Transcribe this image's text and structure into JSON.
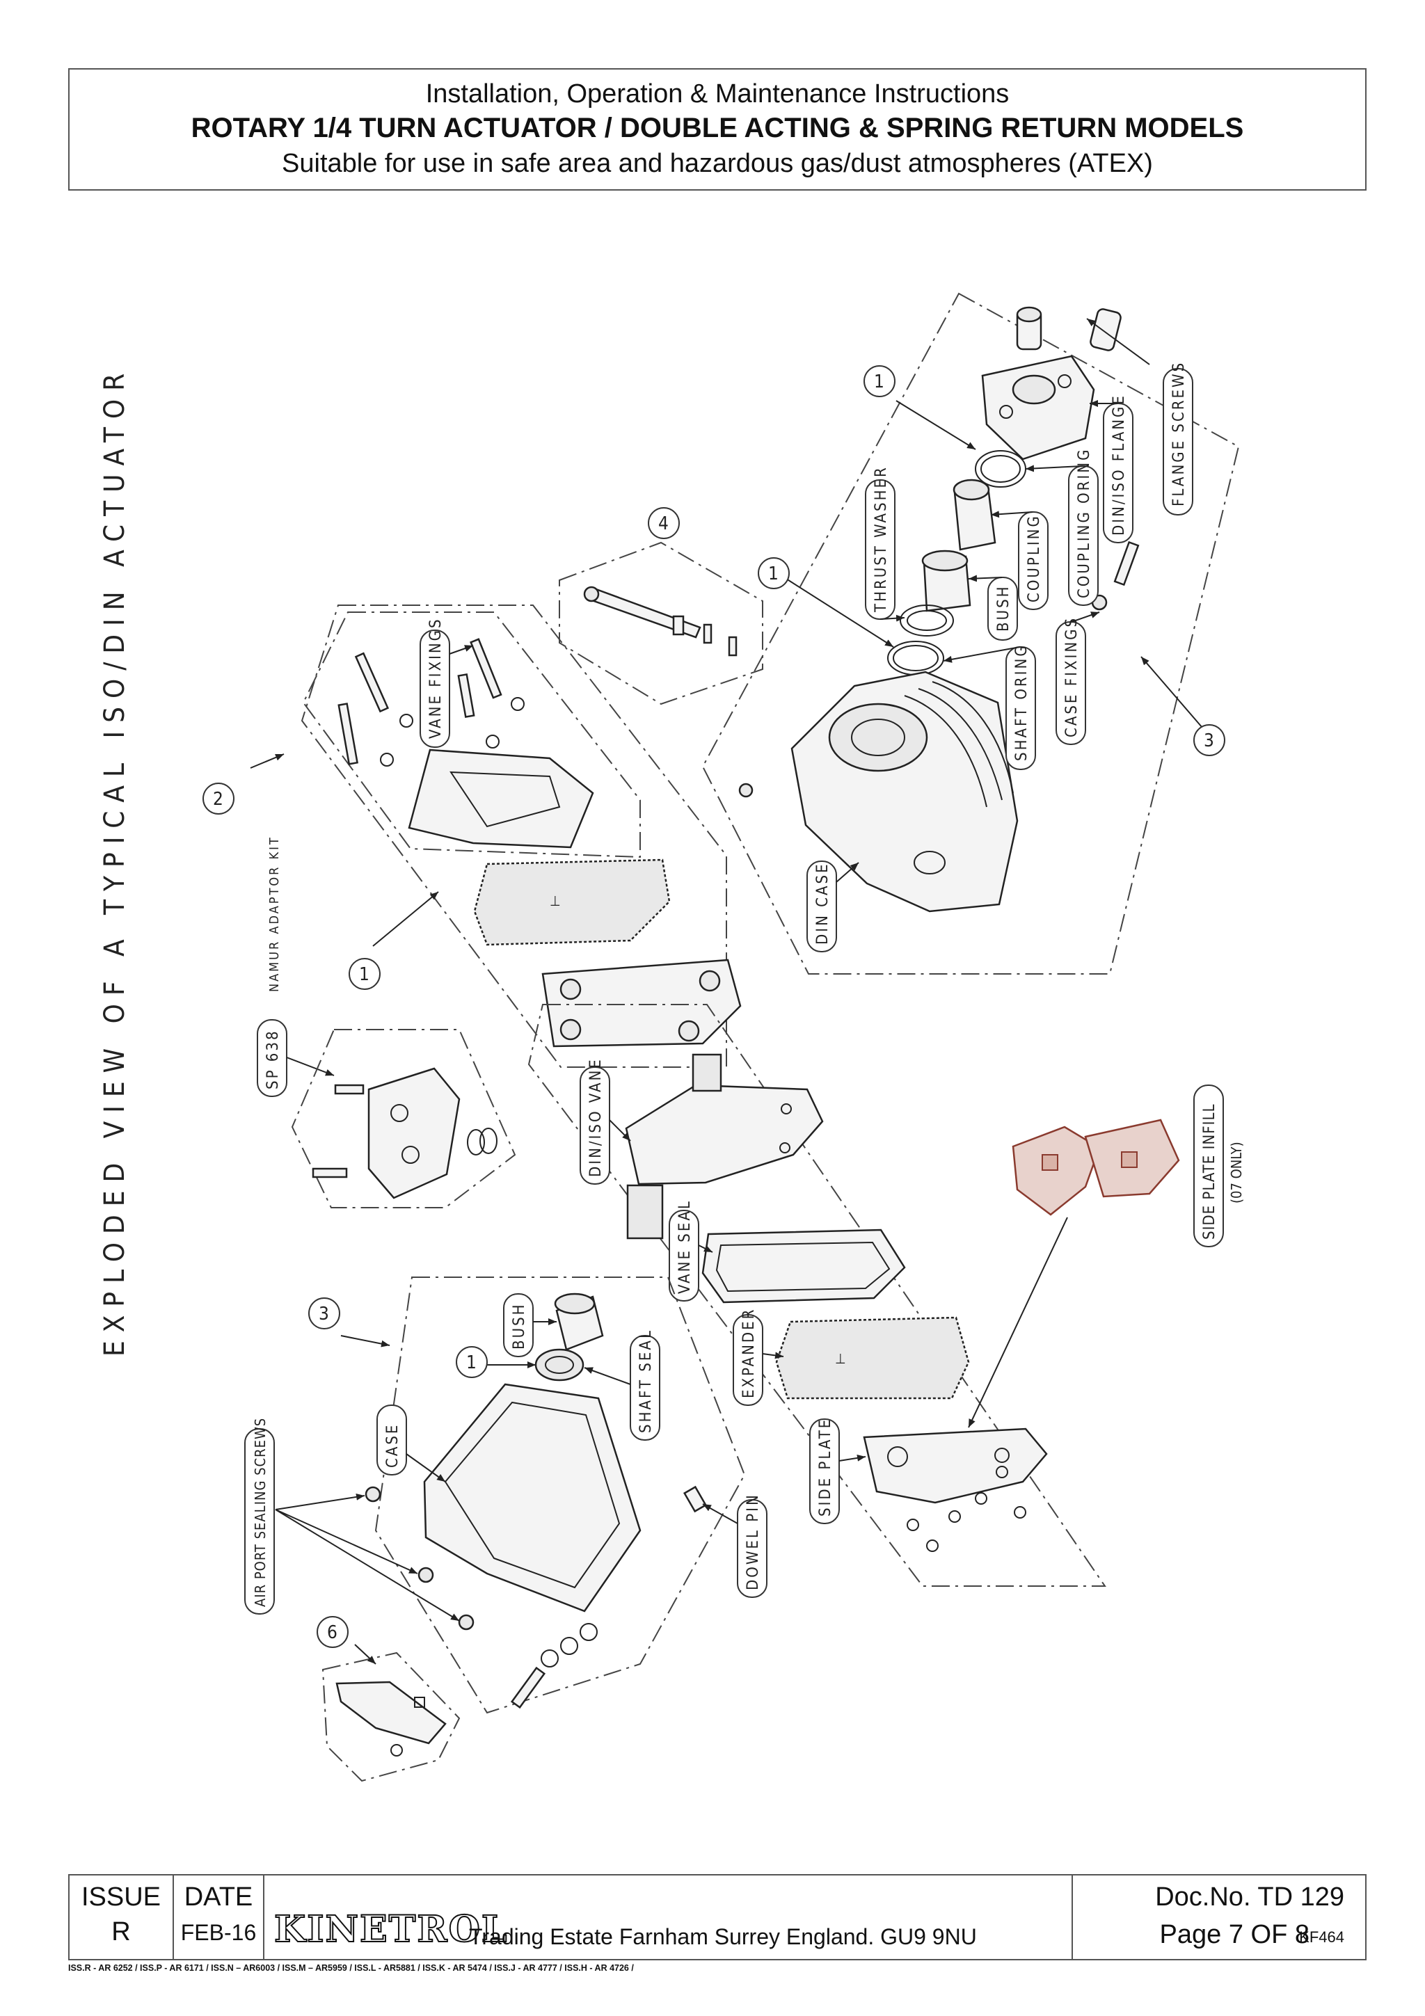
{
  "header": {
    "line1": "Installation, Operation & Maintenance Instructions",
    "line2": "ROTARY 1/4 TURN ACTUATOR / DOUBLE ACTING & SPRING RETURN MODELS",
    "line3": "Suitable for use in safe area and hazardous gas/dust atmospheres (ATEX)"
  },
  "diagram": {
    "title": "EXPLODED VIEW OF A TYPICAL ISO/DIN ACTUATOR",
    "labels": {
      "flange_screws": "FLANGE SCREWS",
      "din_iso_flange": "DIN/ISO FLANGE",
      "coupling_oring": "COUPLING ORING",
      "coupling": "COUPLING",
      "bush_top": "BUSH",
      "thrust_washer": "THRUST WASHER",
      "shaft_oring": "SHAFT ORING",
      "case_fixings": "CASE FIXINGS",
      "din_case": "DIN CASE",
      "vane_fixings": "VANE FIXINGS",
      "namur_kit": "NAMUR ADAPTOR KIT",
      "sp638": "SP 638",
      "din_iso_vane": "DIN/ISO VANE",
      "vane_seal": "VANE SEAL",
      "expander": "EXPANDER",
      "side_plate": "SIDE PLATE",
      "side_plate_infill": "SIDE PLATE INFILL",
      "infill_note": "(07 ONLY)",
      "bush_bottom": "BUSH",
      "shaft_seal": "SHAFT SEAL",
      "case": "CASE",
      "dowel_pin": "DOWEL PIN",
      "air_port_screws": "AIR PORT SEALING SCREWS"
    },
    "callouts": {
      "n1a": "1",
      "n1b": "1",
      "n1c": "1",
      "n1d": "1",
      "n2": "2",
      "n3a": "3",
      "n3b": "3",
      "n4": "4",
      "n6": "6"
    }
  },
  "footer": {
    "issue_label": "ISSUE",
    "issue_value": "R",
    "date_label": "DATE",
    "date_value": "FEB-16",
    "brand": "KINETROL",
    "address": "Trading Estate Farnham Surrey England. GU9 9NU",
    "doc_no": "Doc.No. TD 129",
    "page": "Page 7 OF 8",
    "code": "KF464",
    "history": "ISS.R - AR 6252 / ISS.P - AR 6171 / ISS.N – AR6003 / ISS.M – AR5959 / ISS.L - AR5881 / ISS.K - AR 5474 /  ISS.J - AR 4777 / ISS.H - AR 4726 /"
  }
}
